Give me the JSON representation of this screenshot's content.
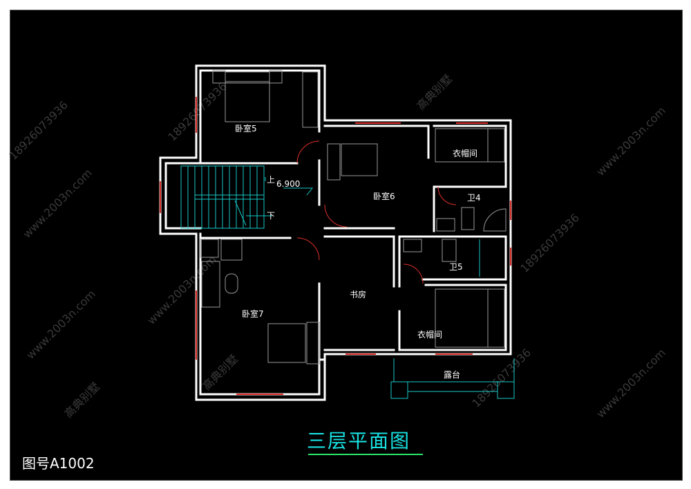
{
  "drawing": {
    "title": "三层平面图",
    "drawing_number": "图号A1002",
    "rooms": {
      "bedroom5": "卧室5",
      "bedroom6": "卧室6",
      "bedroom7": "卧室7",
      "closet_top": "衣帽间",
      "closet_bottom": "衣帽间",
      "bath4": "卫4",
      "bath5": "卫5",
      "study": "书房",
      "terrace": "露台"
    },
    "stair": {
      "up_label": "上",
      "down_label": "下",
      "elevation": "6.900"
    },
    "watermarks": {
      "phone": "18926073936",
      "site": "www.2003n.com",
      "brand": "高典别墅"
    },
    "colors": {
      "background": "#000000",
      "wall": "#ffffff",
      "window": "#e0302a",
      "stair": "#19c8c8",
      "title": "#19e0e0",
      "title_underline": "#2be86b"
    }
  }
}
